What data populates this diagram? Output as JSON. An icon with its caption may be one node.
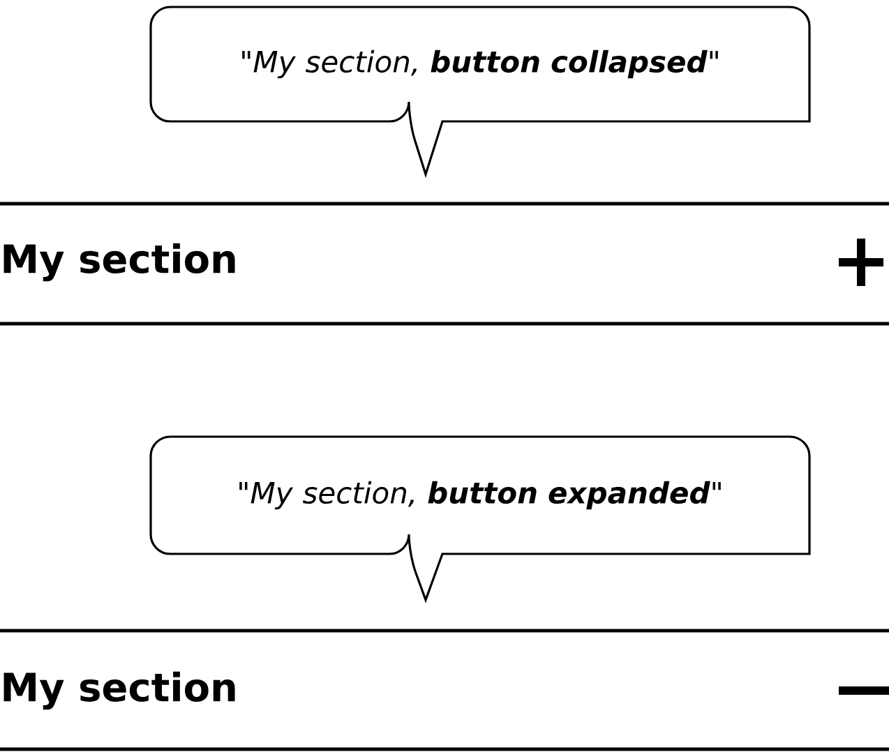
{
  "diagram": {
    "nodes": [
      {
        "text": [
          "\"My section, **button collapsed**\""
        ]
      },
      {
        "text": [
          "\"My section, **button expanded**\""
        ]
      }
    ],
    "labels": [
      "My section",
      "My section"
    ]
  }
}
